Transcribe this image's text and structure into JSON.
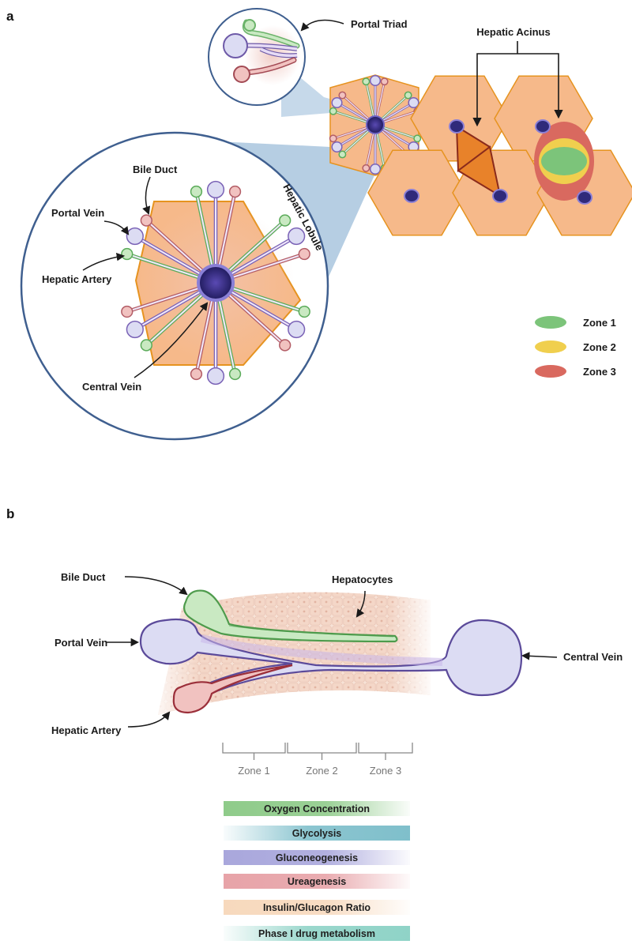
{
  "panels": {
    "a": {
      "letter": "a",
      "labels": {
        "portal_triad": "Portal Triad",
        "hepatic_acinus": "Hepatic Acinus",
        "hepatic_lobule": "Hepatic Lobule",
        "bile_duct": "Bile Duct",
        "portal_vein": "Portal Vein",
        "hepatic_artery": "Hepatic Artery",
        "central_vein": "Central Vein"
      },
      "legend": [
        {
          "label": "Zone 1",
          "color": "#7cc47a"
        },
        {
          "label": "Zone 2",
          "color": "#f0cf4e"
        },
        {
          "label": "Zone 3",
          "color": "#d9695f"
        }
      ]
    },
    "b": {
      "letter": "b",
      "labels": {
        "bile_duct": "Bile Duct",
        "hepatocytes": "Hepatocytes",
        "portal_vein": "Portal Vein",
        "central_vein": "Central Vein",
        "hepatic_artery": "Hepatic Artery"
      },
      "zones": [
        "Zone 1",
        "Zone 2",
        "Zone 3"
      ],
      "gradients": [
        {
          "label": "Oxygen Concentration",
          "color": "#8fcb8a",
          "direction": "fade-right"
        },
        {
          "label": "Glycolysis",
          "color": "#7fbfcb",
          "direction": "fade-left"
        },
        {
          "label": "Gluconeogenesis",
          "color": "#a9a7dc",
          "direction": "fade-right"
        },
        {
          "label": "Ureagenesis",
          "color": "#e7a3a8",
          "direction": "fade-right"
        },
        {
          "label": "Insulin/Glucagon Ratio",
          "color": "#f7d9bd",
          "direction": "fade-right"
        },
        {
          "label": "Phase I drug metabolism",
          "color": "#8fd3c7",
          "direction": "fade-left"
        }
      ]
    }
  },
  "colors": {
    "hepatocyte_fill": "#f6b98a",
    "hepatocyte_stroke": "#e6931f",
    "central_vein": "#2f2a7a",
    "portal_vein": "#dcdcf3",
    "hepatic_artery": "#f1c2c0",
    "bile_duct": "#c9e9c2",
    "lobule_circle": "#3f5f8f",
    "zoom_cone": "#a9c6de"
  }
}
